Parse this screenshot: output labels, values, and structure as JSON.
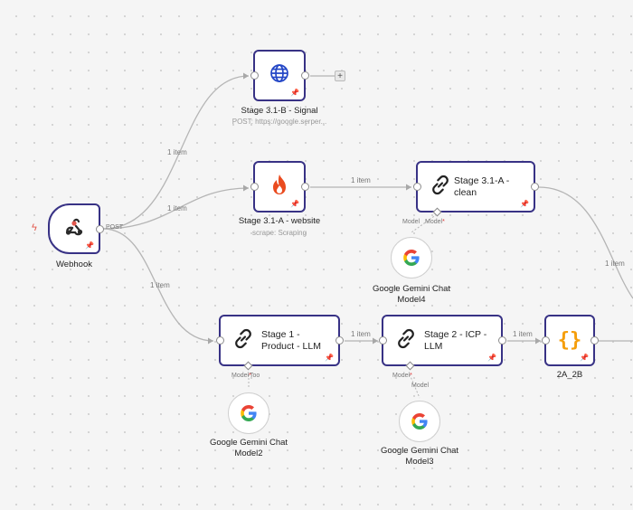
{
  "nodes": {
    "webhook": {
      "label": "Webhook",
      "port_label": "POST"
    },
    "stage_3_1_b": {
      "label": "Stage 3.1-B - Signal",
      "subtitle": "POST: https://google.serper..."
    },
    "stage_3_1_a_website": {
      "label": "Stage 3.1-A - website",
      "subtitle": "scrape: Scraping"
    },
    "stage_3_1_a_clean": {
      "title_line1": "Stage 3.1-A -",
      "title_line2": "clean",
      "port_model_a": "Model",
      "port_model_b": "Model"
    },
    "stage_1": {
      "title_line1": "Stage 1 -",
      "title_line2": "Product - LLM",
      "port_model": "Model",
      "port_tool": "Tool"
    },
    "stage_2": {
      "title_line1": "Stage 2 - ICP -",
      "title_line2": "LLM",
      "port_model": "Model"
    },
    "code_2a_2b": {
      "label": "2A_2B"
    },
    "gemini_model4": {
      "label_line1": "Google Gemini Chat",
      "label_line2": "Model4"
    },
    "gemini_model2": {
      "label_line1": "Google Gemini Chat",
      "label_line2": "Model2"
    },
    "gemini_model3": {
      "label_line1": "Google Gemini Chat",
      "label_line2": "Model3",
      "port_model": "Model"
    }
  },
  "edges": {
    "webhook_to_signal": "1 item",
    "webhook_to_website": "1 item",
    "webhook_to_stage1": "1 item",
    "website_to_clean": "1 item",
    "clean_to_right": "1 item",
    "stage1_to_stage2": "1 item",
    "stage2_to_code": "1 item"
  },
  "colors": {
    "node_border": "#383285",
    "edge": "#b5b5b5",
    "trigger_bolt": "#e2574c",
    "fire_icon": "#ea4b1f",
    "code_icon": "#f59e0b"
  },
  "icons": {
    "webhook": "webhook-icon",
    "signal": "globe-icon",
    "website": "fire-icon",
    "clean": "link-icon",
    "stage1": "link-icon",
    "stage2": "link-icon",
    "code": "braces-icon",
    "gemini": "google-g-icon"
  }
}
